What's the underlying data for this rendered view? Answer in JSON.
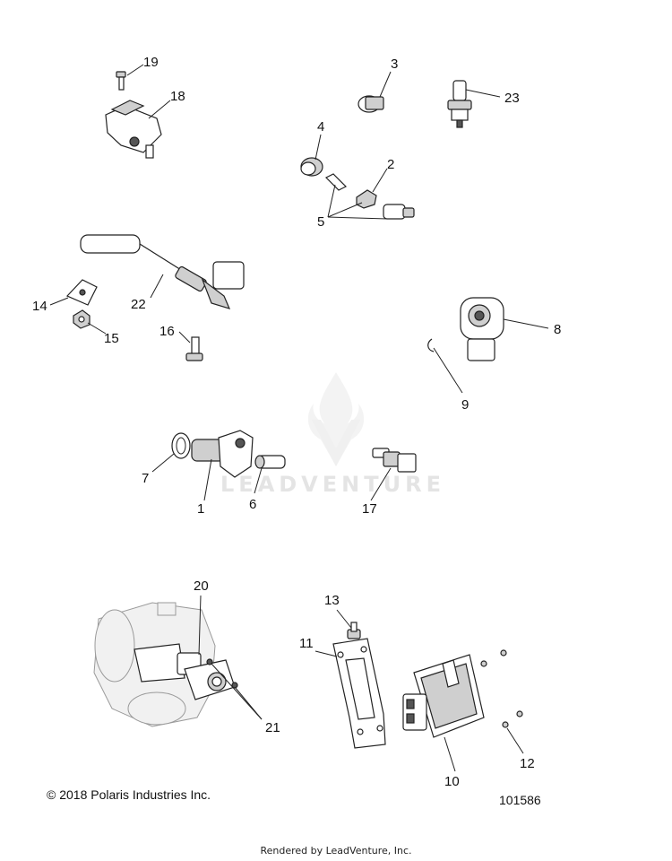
{
  "callouts": {
    "c1": "1",
    "c2": "2",
    "c3": "3",
    "c4": "4",
    "c5": "5",
    "c6": "6",
    "c7": "7",
    "c8": "8",
    "c9": "9",
    "c10": "10",
    "c11": "11",
    "c12": "12",
    "c13": "13",
    "c14": "14",
    "c15": "15",
    "c16": "16",
    "c17": "17",
    "c18": "18",
    "c19": "19",
    "c20": "20",
    "c21": "21",
    "c22": "22",
    "c23": "23"
  },
  "watermark": {
    "text": "LEADVENTURE",
    "icon": "leadventure-flame-logo"
  },
  "footer": {
    "copyright": "© 2018 Polaris Industries Inc.",
    "drawing_number": "101586",
    "rendered_by": "Rendered by LeadVenture, Inc."
  }
}
